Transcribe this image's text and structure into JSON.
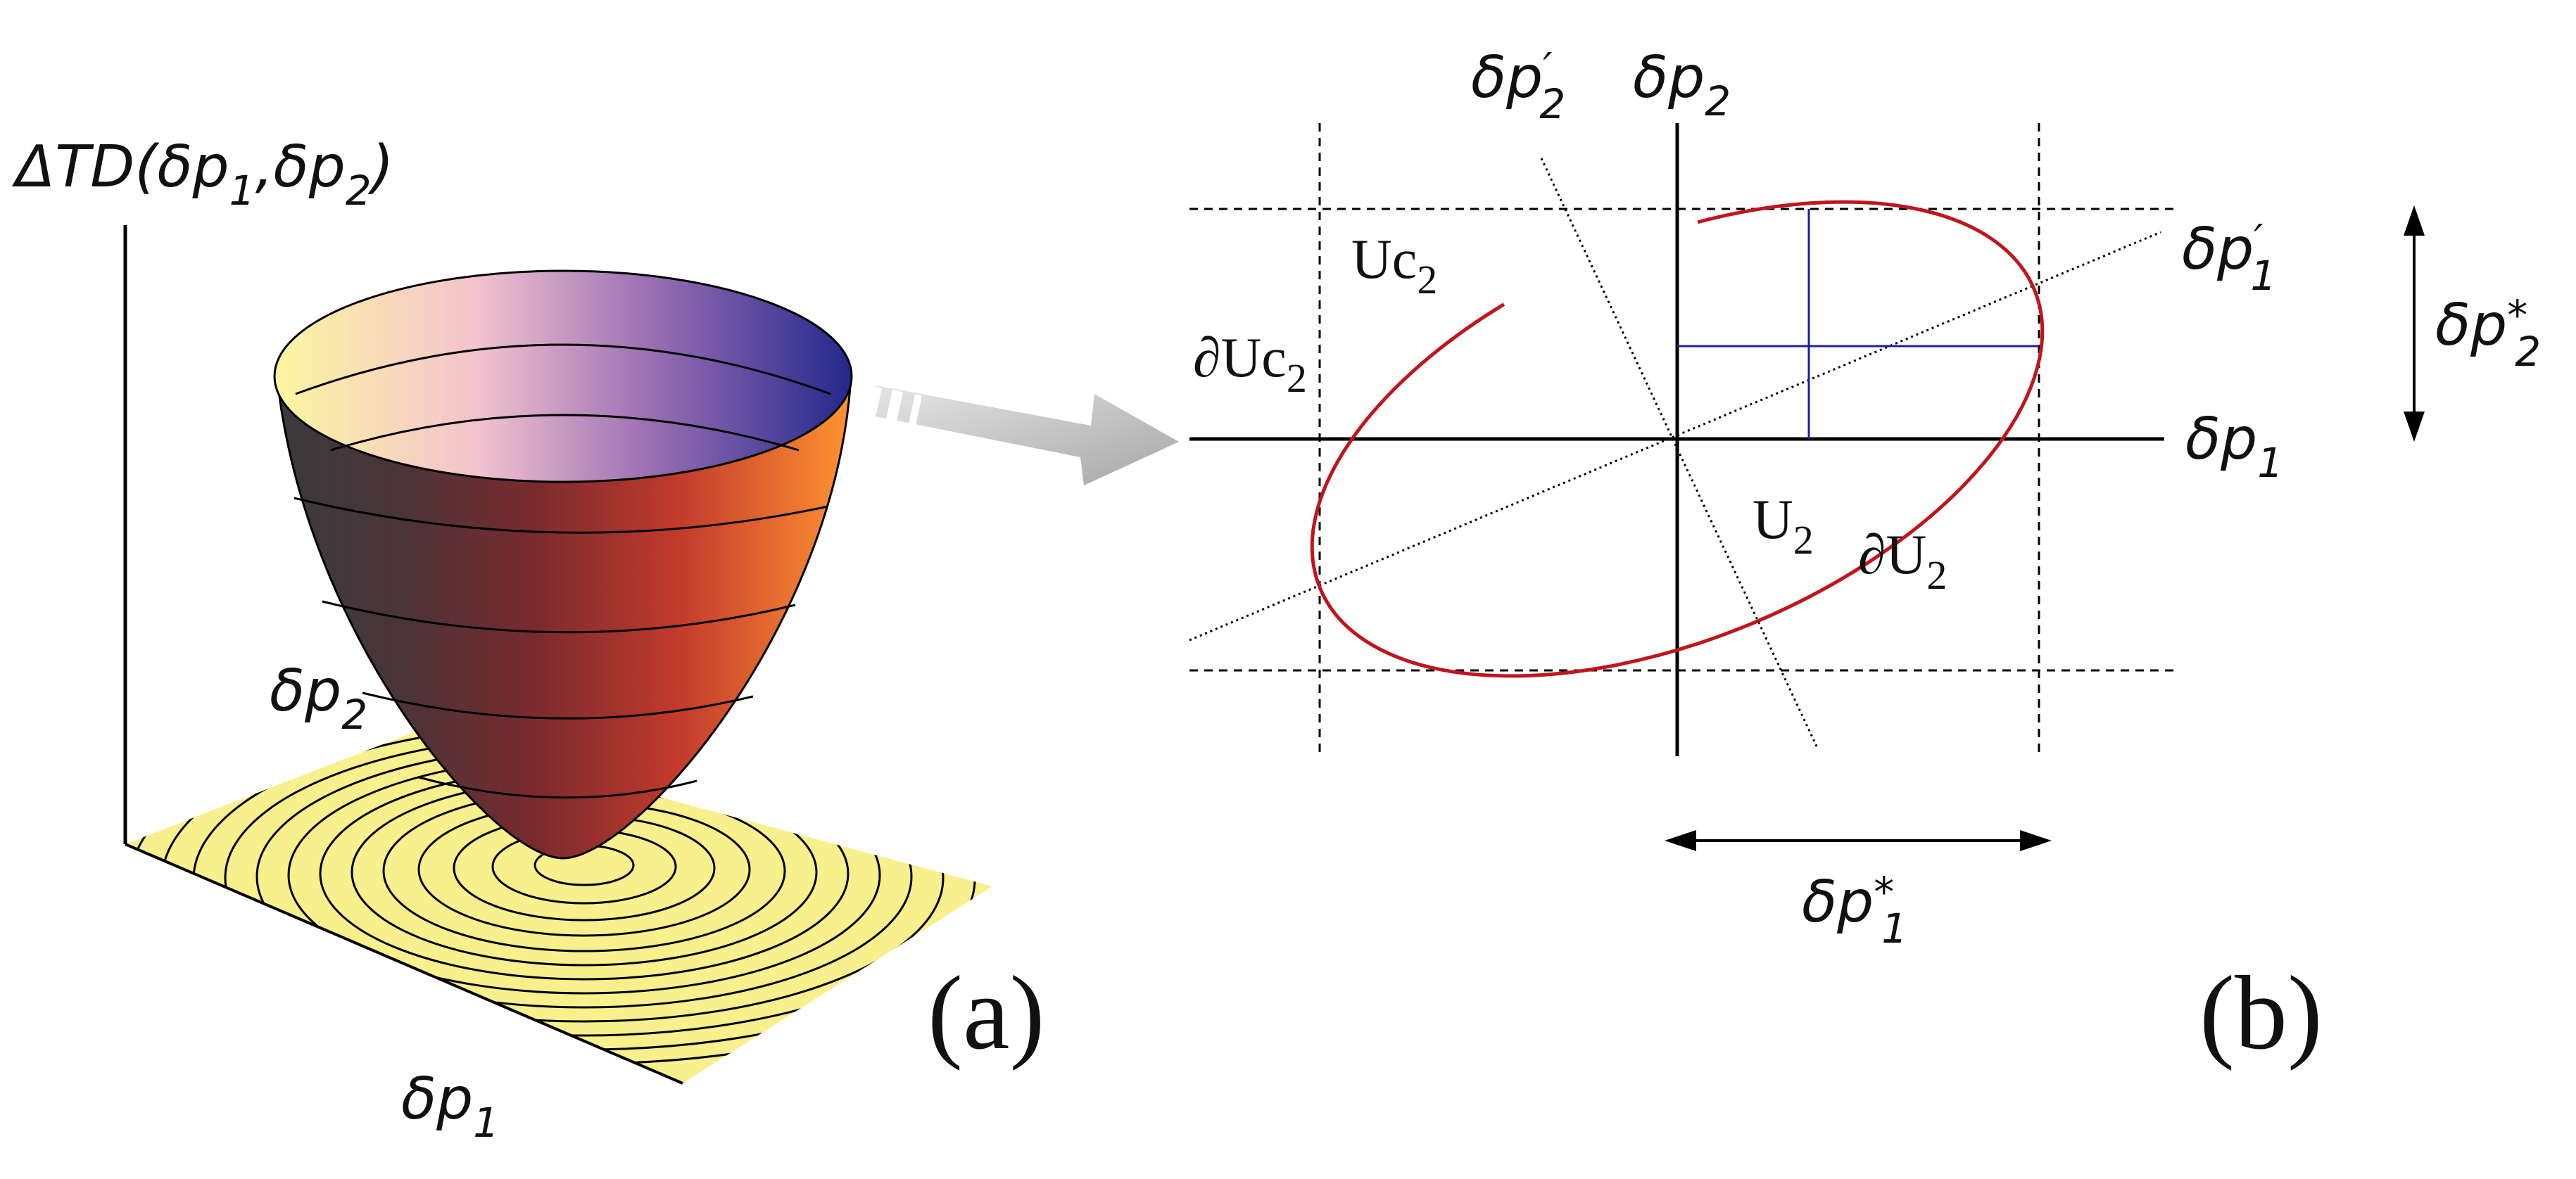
{
  "panel_a": {
    "z_axis_label": {
      "main": "ΔTD(δp",
      "s1": "1",
      "mid": ",δp",
      "s2": "2",
      "close": ")"
    },
    "axis_dp2": {
      "main": "δp",
      "sub": "2"
    },
    "axis_dp1": {
      "main": "δp",
      "sub": "1"
    },
    "panel_label": "(a)",
    "colors": {
      "floor": "#f7f08c",
      "bowl_dark": "#3b3540",
      "bowl_red": "#b8312d",
      "bowl_orange": "#ff8f2e",
      "rim_yellow": "#fdf7a6",
      "rim_pink": "#f4bfd0",
      "rim_blue": "#262a8f"
    }
  },
  "panel_b": {
    "axis_dp2": {
      "main": "δp",
      "sub": "2"
    },
    "axis_dp2_prime": {
      "main": "δp",
      "sup": "′",
      "sub": "2"
    },
    "axis_dp1": {
      "main": "δp",
      "sub": "1"
    },
    "axis_dp1_prime": {
      "main": "δp",
      "sup": "′",
      "sub": "1"
    },
    "region_uc2": {
      "main": "Uc",
      "sub": "2"
    },
    "boundary_uc2": {
      "main": "∂Uc",
      "sub": "2"
    },
    "region_u2": {
      "main": "U",
      "sub": "2"
    },
    "boundary_u2": {
      "main": "∂U",
      "sub": "2"
    },
    "range_dp1": {
      "main": "δp",
      "sup": "*",
      "sub": "1"
    },
    "range_dp2": {
      "main": "δp",
      "sup": "*",
      "sub": "2"
    },
    "panel_label": "(b)",
    "colors": {
      "ellipse": "#c0151c",
      "projection": "#1a1fa8",
      "axes": "#000000"
    }
  }
}
